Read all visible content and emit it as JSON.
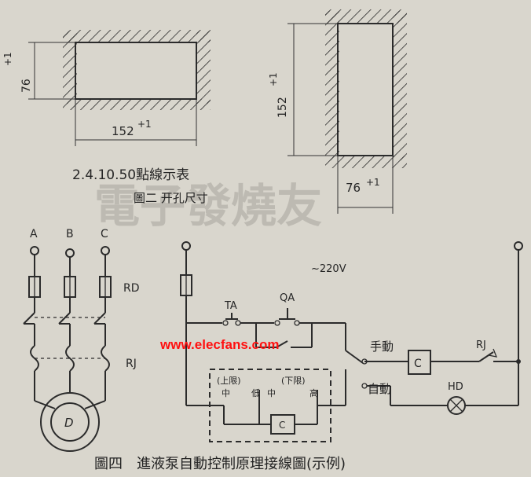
{
  "fig2": {
    "caption_top": "2.4.10.50點線示表",
    "caption": "圖二 开孔尺寸",
    "box1": {
      "width": "152",
      "width_tol": "+1",
      "height": "76",
      "height_tol": "+1"
    },
    "box2": {
      "width": "76",
      "width_tol": "+1",
      "height": "152",
      "height_tol": "+1"
    }
  },
  "motor_circuit": {
    "phases": [
      "A",
      "B",
      "C"
    ],
    "fuse_label": "RD",
    "relay_label": "RJ",
    "motor_symbol": "D"
  },
  "control_circuit": {
    "supply": "~220V",
    "stop_button": "TA",
    "start_button": "QA",
    "manual": "手動",
    "auto": "自動",
    "contactor": "C",
    "relay": "RJ",
    "lamp": "HD",
    "upper_limit": "(上限)",
    "lower_limit": "(下限)",
    "probe_mid_1": "中",
    "probe_low": "低",
    "probe_mid_2": "中",
    "probe_high": "高",
    "level_contactor": "C"
  },
  "watermark": {
    "url": "www.elecfans.com",
    "big": "電子發燒友"
  },
  "caption": "圖四　進液泵自動控制原理接線圖(示例)"
}
